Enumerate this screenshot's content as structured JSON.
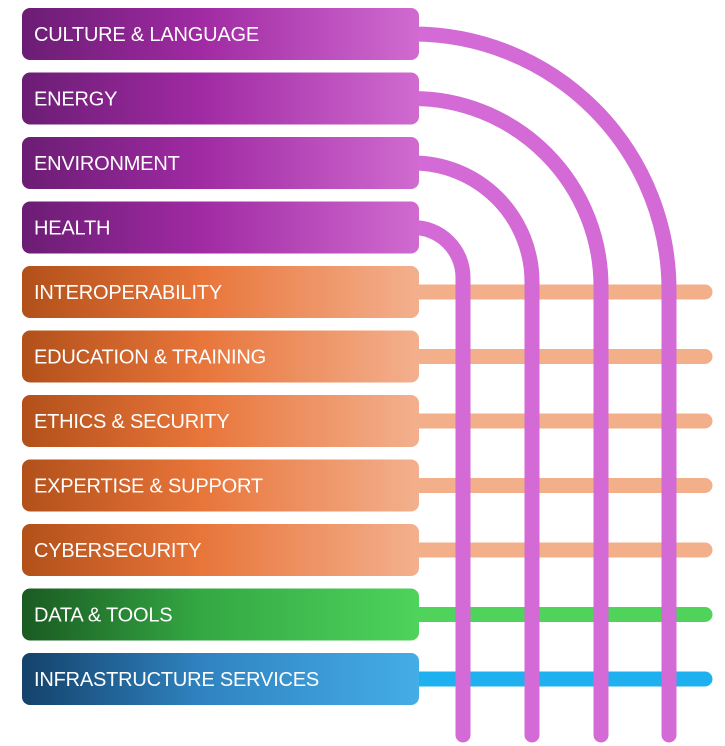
{
  "diagram": {
    "bars": [
      {
        "label": "CULTURE & LANGUAGE",
        "group": "sector"
      },
      {
        "label": "ENERGY",
        "group": "sector"
      },
      {
        "label": "ENVIRONMENT",
        "group": "sector"
      },
      {
        "label": "HEALTH",
        "group": "sector"
      },
      {
        "label": "INTEROPERABILITY",
        "group": "cross"
      },
      {
        "label": "EDUCATION & TRAINING",
        "group": "cross"
      },
      {
        "label": "ETHICS & SECURITY",
        "group": "cross"
      },
      {
        "label": "EXPERTISE & SUPPORT",
        "group": "cross"
      },
      {
        "label": "CYBERSECURITY",
        "group": "cross"
      },
      {
        "label": "DATA & TOOLS",
        "group": "data"
      },
      {
        "label": "INFRASTRUCTURE SERVICES",
        "group": "infra"
      }
    ],
    "colors": {
      "sector": {
        "dark": "#6b1d74",
        "mid": "#a02aa3",
        "light": "#d06bd0",
        "line": "#d36ad6"
      },
      "cross": {
        "dark": "#b2501a",
        "mid": "#e8753a",
        "light": "#f3b08e",
        "line": "#f2af8a"
      },
      "data": {
        "dark": "#1a5a22",
        "mid": "#34a843",
        "light": "#4ed35c",
        "line": "#4fd35b"
      },
      "infra": {
        "dark": "#14426a",
        "mid": "#2f83c0",
        "light": "#45ade6",
        "line": "#1fb1ef"
      }
    }
  }
}
